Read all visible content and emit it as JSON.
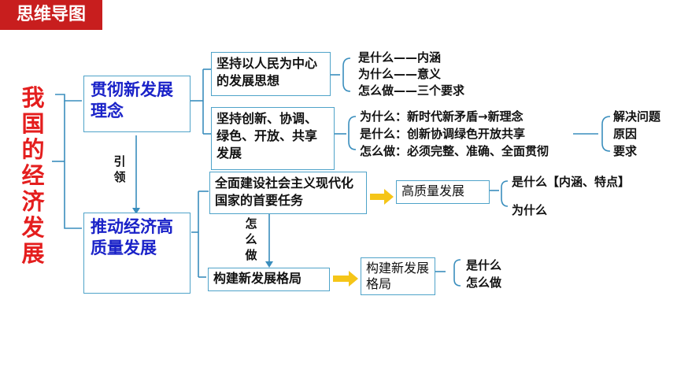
{
  "title": "思维导图",
  "root": [
    "我",
    "国",
    "的",
    "经",
    "济",
    "发",
    "展"
  ],
  "branch1": "贯彻新发展理念",
  "branch2": "推动经济高质量发展",
  "link_label": [
    "引",
    "领"
  ],
  "b1_child1": "坚持以人民为中心的发展思想",
  "b1_child1_items": [
    "是什么——内涵",
    "为什么——意义",
    "怎么做——三个要求"
  ],
  "b1_child2": "坚持创新、协调、绿色、开放、共享发展",
  "b1_child2_items": [
    "为什么：新时代新矛盾→新理念",
    "是什么：创新协调绿色开放共享",
    "怎么做：必须完整、准确、全面贯彻"
  ],
  "b1_child2_sub": [
    "解决问题",
    "原因",
    "要求"
  ],
  "b2_child1": "全面建设社会主义现代化国家的首要任务",
  "b2_child1_target": "高质量发展",
  "b2_child1_items": [
    "是什么【内涵、特点】",
    "为什么"
  ],
  "how_label": [
    "怎",
    "么",
    "做"
  ],
  "b2_child2": "构建新发展格局",
  "b2_child2_target": "构建新发展格局",
  "b2_child2_items": [
    "是什么",
    "怎么做"
  ],
  "colors": {
    "title_bg": "#c81e1e",
    "root": "#e41e1e",
    "branch": "#1a22c8",
    "border": "#4fa3c9",
    "line": "#3a8ebd",
    "arrow": "#f5c518"
  }
}
